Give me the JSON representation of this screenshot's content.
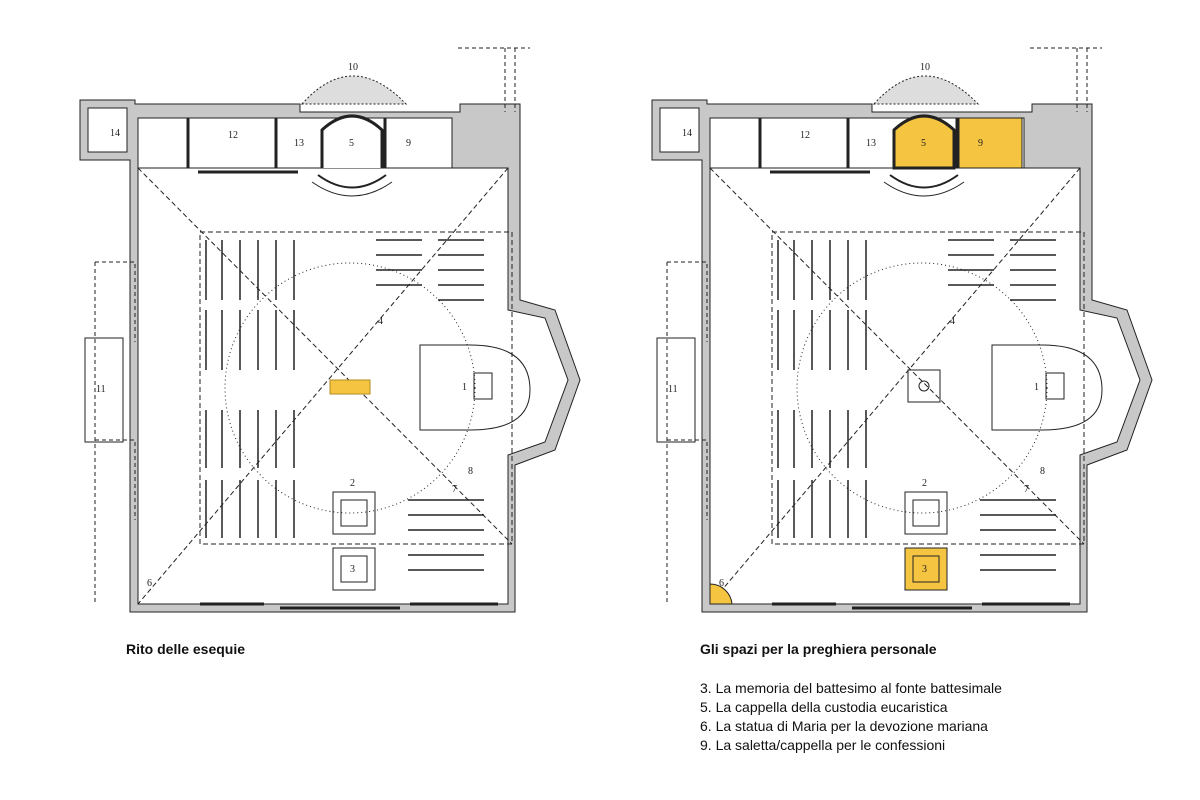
{
  "captions": {
    "left": "Rito delle esequie",
    "right": "Gli spazi per la preghiera personale"
  },
  "legend": [
    "3. La memoria del battesimo al fonte battesimale",
    "5. La cappella della custodia eucaristica",
    "6. La statua di Maria per la devozione mariana",
    "9. La saletta/cappella per le confessioni"
  ],
  "plan_labels": {
    "n1": "1",
    "n2": "2",
    "n3": "3",
    "n4": "4",
    "n5": "5",
    "n6": "6",
    "n7": "7",
    "n8": "8",
    "n9": "9",
    "n10": "10",
    "n11": "11",
    "n12": "12",
    "n13": "13",
    "n14": "14"
  },
  "colors": {
    "highlight": "#f5c542",
    "wall": "#c8c8c8",
    "line": "#222222"
  }
}
